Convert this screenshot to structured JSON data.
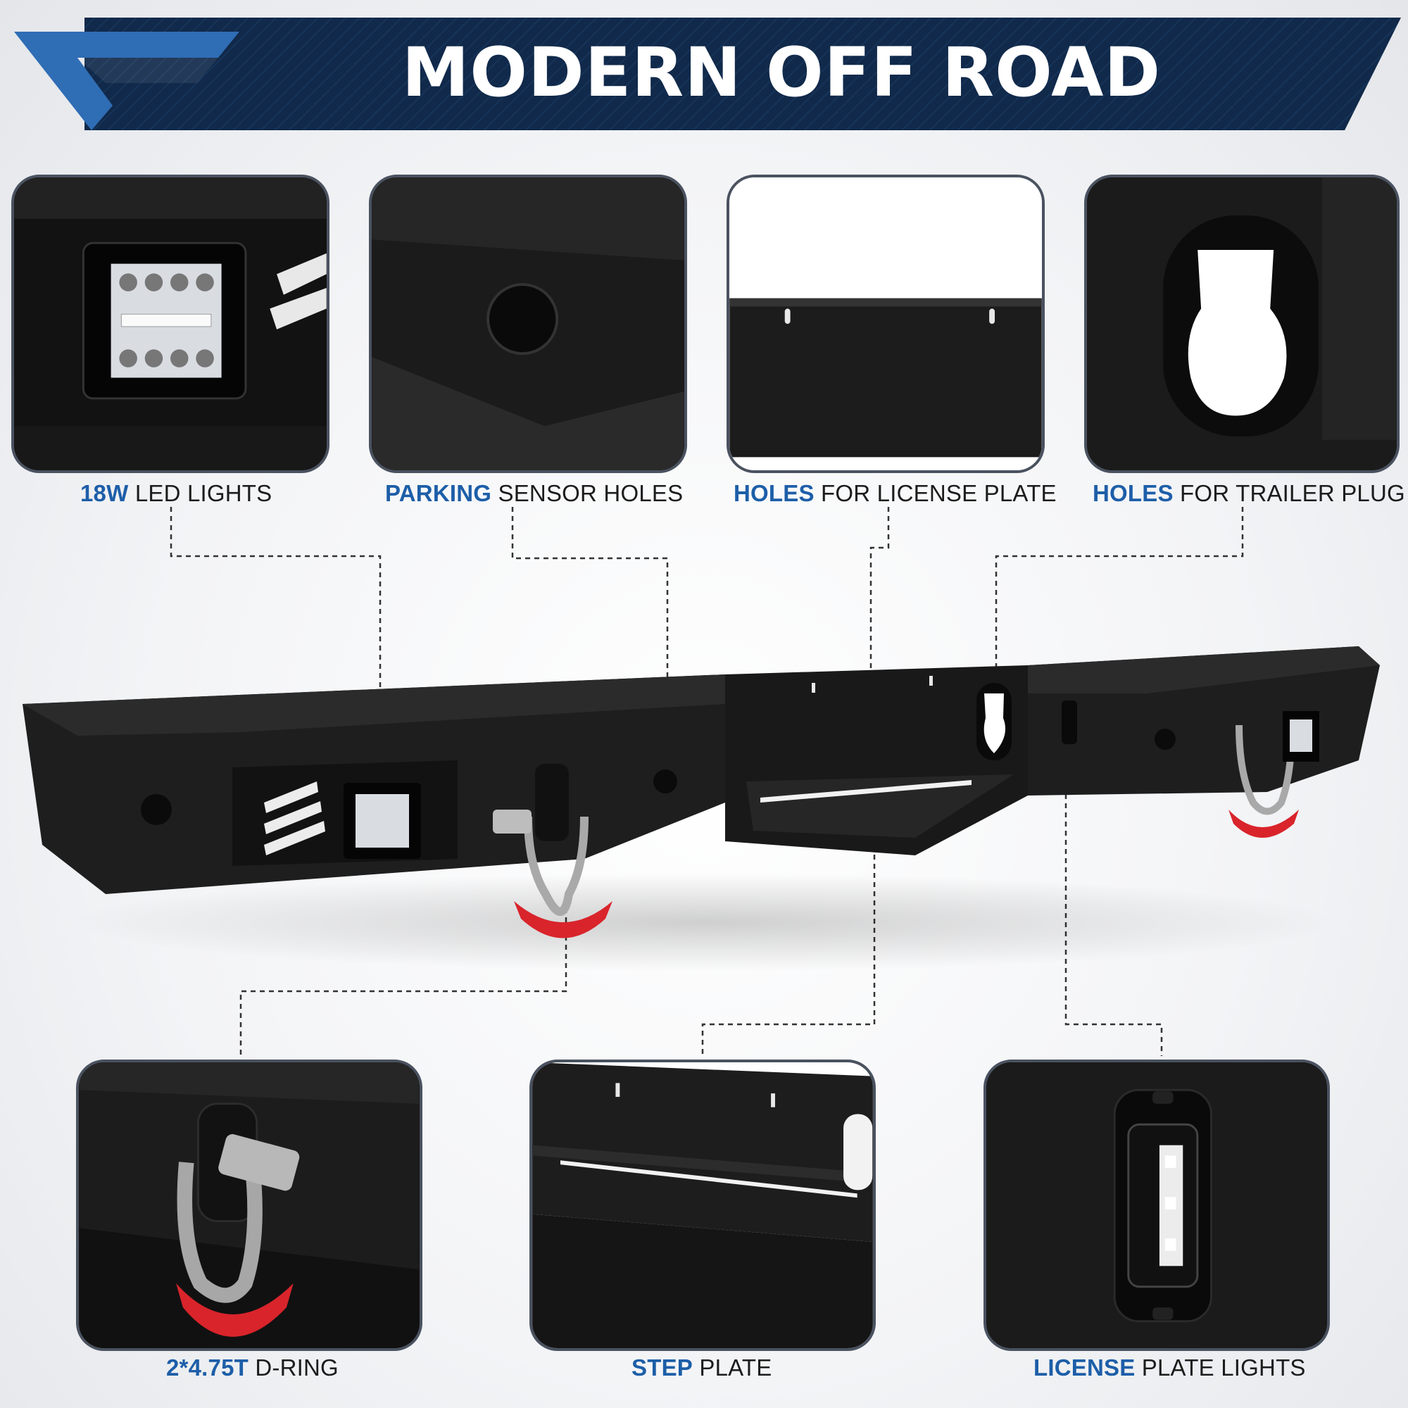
{
  "banner": {
    "title": "MODERN OFF ROAD",
    "colors": {
      "navy": "#0f2a4a",
      "accent": "#2f6db5"
    }
  },
  "features_top": [
    {
      "highlight": "18W",
      "text": " LED LIGHTS",
      "icon": "led-light-icon"
    },
    {
      "highlight": "PARKING",
      "text": " SENSOR HOLES",
      "icon": "sensor-hole-icon"
    },
    {
      "highlight": "HOLES",
      "text": " FOR LICENSE PLATE",
      "icon": "license-slot-icon"
    },
    {
      "highlight": "HOLES",
      "text": " FOR TRAILER PLUG",
      "icon": "trailer-plug-icon"
    }
  ],
  "features_bottom": [
    {
      "highlight": "2*4.75T",
      "text": " D-RING",
      "icon": "d-ring-icon"
    },
    {
      "highlight": "STEP",
      "text": " PLATE",
      "icon": "step-plate-icon"
    },
    {
      "highlight": "LICENSE",
      "text": " PLATE LIGHTS",
      "icon": "plate-light-icon"
    }
  ],
  "colors": {
    "highlight_text": "#1d5ea8",
    "body_text": "#1c1c1c",
    "bumper": "#1b1b1b",
    "d_ring_red": "#d9242b",
    "frame_border": "#4a5260"
  }
}
